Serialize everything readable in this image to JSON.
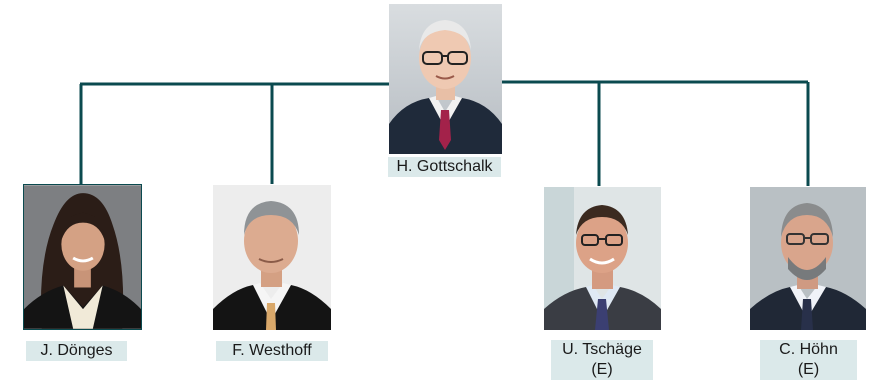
{
  "org_chart": {
    "accent_color": "#0b4a4f",
    "label_background": "#dbe9ea",
    "head": {
      "name": "H. Gottschalk",
      "photo_icon": "portrait-icon"
    },
    "members": [
      {
        "name": "J. Dönges",
        "suffix": "",
        "photo_icon": "portrait-icon"
      },
      {
        "name": "F. Westhoff",
        "suffix": "",
        "photo_icon": "portrait-icon"
      },
      {
        "name": "U. Tschäge",
        "suffix": "(E)",
        "photo_icon": "portrait-icon"
      },
      {
        "name": "C. Höhn",
        "suffix": "(E)",
        "photo_icon": "portrait-icon"
      }
    ]
  }
}
